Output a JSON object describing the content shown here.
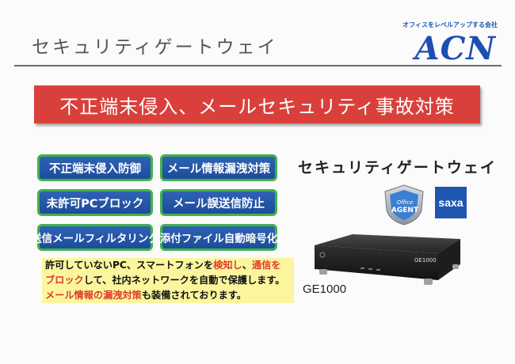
{
  "header": {
    "title": "セキュリティゲートウェイ",
    "logo_tagline": "オフィスをレベルアップする会社",
    "logo_text": "ACN"
  },
  "banner": {
    "text": "不正端末侵入、メールセキュリティ事故対策"
  },
  "features": [
    "不正端末侵入防御",
    "メール情報漏洩対策",
    "未許可PCブロック",
    "メール誤送信防止",
    "送信メールフィルタリング",
    "添付ファイル自動暗号化"
  ],
  "product": {
    "title": "セキュリティゲートウェイ",
    "badge_agent_small": "Office",
    "badge_agent_big": "AGENT",
    "badge_saxa": "saxa",
    "device_label": "GE1000",
    "model": "GE1000"
  },
  "description": {
    "l1a": "許可していないPC、スマートフォンを",
    "l1b": "検知し",
    "l1c": "、",
    "l1d": "通信を",
    "l2a": "ブロック",
    "l2b": "して、社内ネットワークを自動で保護します。",
    "l3a": "メール情報の漏洩対策",
    "l3b": "も装備されております。"
  },
  "colors": {
    "banner": "#d9403b",
    "feature_fill": "#1f52a5",
    "feature_border": "#42b24a",
    "highlight_bg": "#fbf69d",
    "accent_red": "#e03a2e",
    "logo_blue": "#1d4fb3"
  }
}
